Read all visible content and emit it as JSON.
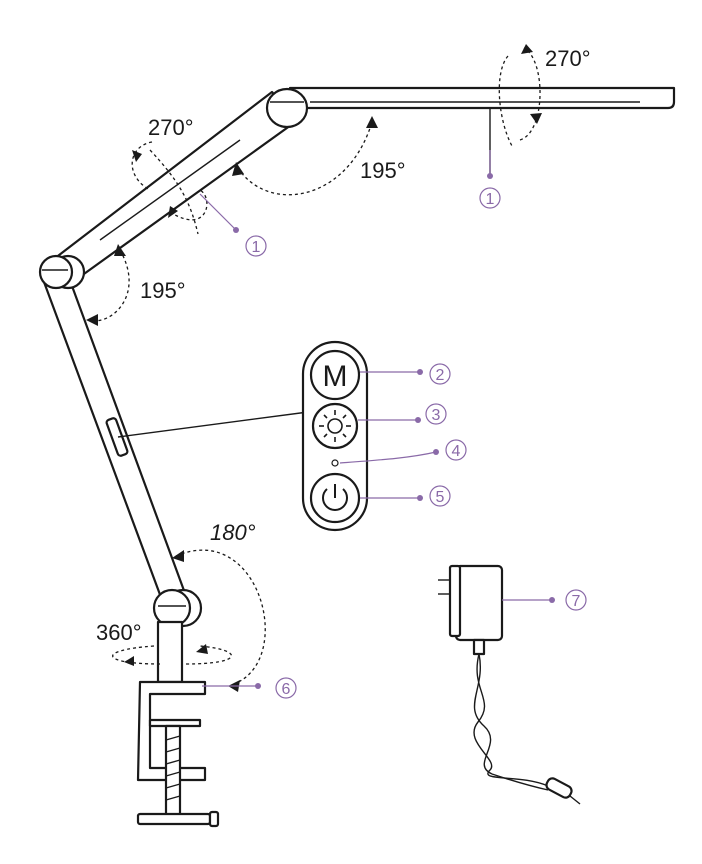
{
  "angles": {
    "head_tilt": "270°",
    "upper_arm_rotate": "270°",
    "elbow_upper": "195°",
    "elbow_lower": "195°",
    "base_tilt": "180°",
    "base_swivel": "360°"
  },
  "callouts": {
    "head_light": "1",
    "arm_light": "1",
    "mode_button": "2",
    "brightness_button": "3",
    "indicator": "4",
    "power_button": "5",
    "clamp": "6",
    "adapter": "7"
  },
  "panel": {
    "mode_letter": "M"
  }
}
